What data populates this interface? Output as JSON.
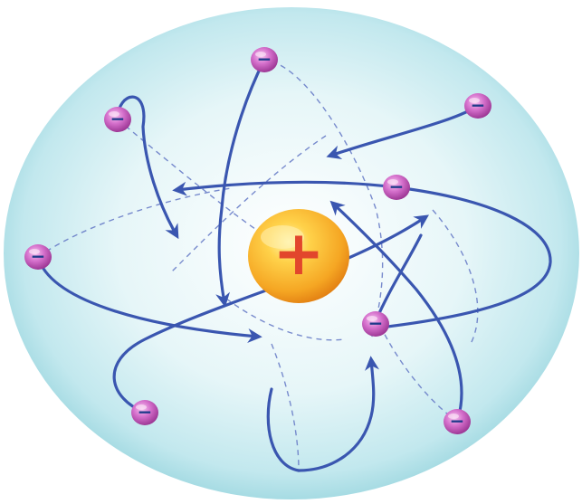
{
  "diagram": {
    "nucleus": {
      "symbol": "+",
      "charge": "positive"
    },
    "electron_symbol": "−",
    "electron_count": 8,
    "orbit_count": 4,
    "colors": {
      "background_glow": "#bfe6ec",
      "background_edge": "#8fd0da",
      "orbit": "#3a56b0",
      "orbit_dashed": "#5c72c4",
      "nucleus": "#f5a623",
      "nucleus_symbol": "#e2462c",
      "electron": "#b23fa8",
      "electron_symbol": "#1f3a8a"
    },
    "icons": [
      "nucleus-icon",
      "electron-icon",
      "orbit-arrow-icon"
    ]
  }
}
